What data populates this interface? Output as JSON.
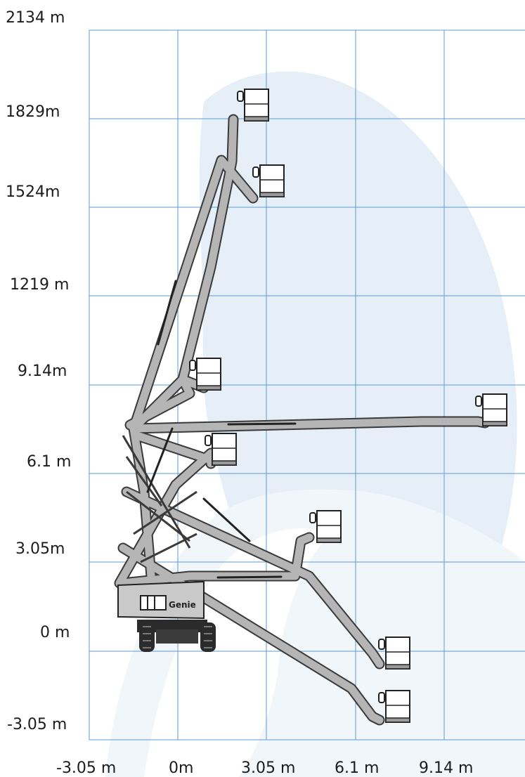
{
  "diagram": {
    "y_axis_labels": [
      "2134 m",
      "1829m",
      "1524m",
      "1219 m",
      "9.14m",
      "6.1 m",
      "3.05m",
      "0 m",
      "-3.05 m"
    ],
    "x_axis_labels": [
      "-3.05 m",
      "0m",
      "3.05 m",
      "6.1 m",
      "9.14 m"
    ],
    "machine_brand": "Genie",
    "colors": {
      "grid": "#5b9bd5",
      "envelope": "#e6eff8",
      "boom": "#b5b5b5",
      "boom_outline": "#3a3a3a",
      "platform": "#ffffff",
      "chassis": "#2b2b2b",
      "label": "#1c1c1c"
    }
  }
}
